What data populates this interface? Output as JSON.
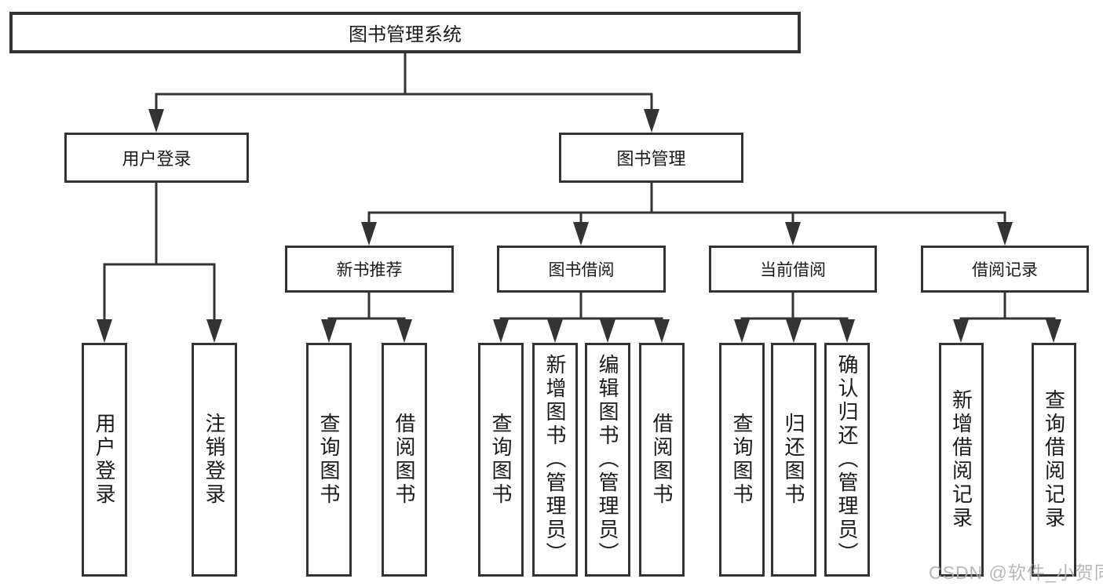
{
  "page": {
    "background": "#ffffff"
  },
  "diagram": {
    "line_color": "#333333",
    "text_color": "#1a1a1a",
    "tree": {
      "label": "图书管理系统",
      "children": [
        {
          "label": "用户登录",
          "children": [
            {
              "label": "用户登录"
            },
            {
              "label": "注销登录"
            }
          ]
        },
        {
          "label": "图书管理",
          "children": [
            {
              "label": "新书推荐",
              "children": [
                {
                  "label": "查询图书"
                },
                {
                  "label": "借阅图书"
                }
              ]
            },
            {
              "label": "图书借阅",
              "children": [
                {
                  "label": "查询图书"
                },
                {
                  "label": "新增图书（管理员）"
                },
                {
                  "label": "编辑图书（管理员）"
                },
                {
                  "label": "借阅图书"
                }
              ]
            },
            {
              "label": "当前借阅",
              "children": [
                {
                  "label": "查询图书"
                },
                {
                  "label": "归还图书"
                },
                {
                  "label": "确认归还（管理员）"
                }
              ]
            },
            {
              "label": "借阅记录",
              "children": [
                {
                  "label": "新增借阅记录"
                },
                {
                  "label": "查询借阅记录"
                }
              ]
            }
          ]
        }
      ]
    }
  },
  "watermark": {
    "text": "CSDN @软件_小贺同学",
    "color": "#b0b0b0"
  }
}
